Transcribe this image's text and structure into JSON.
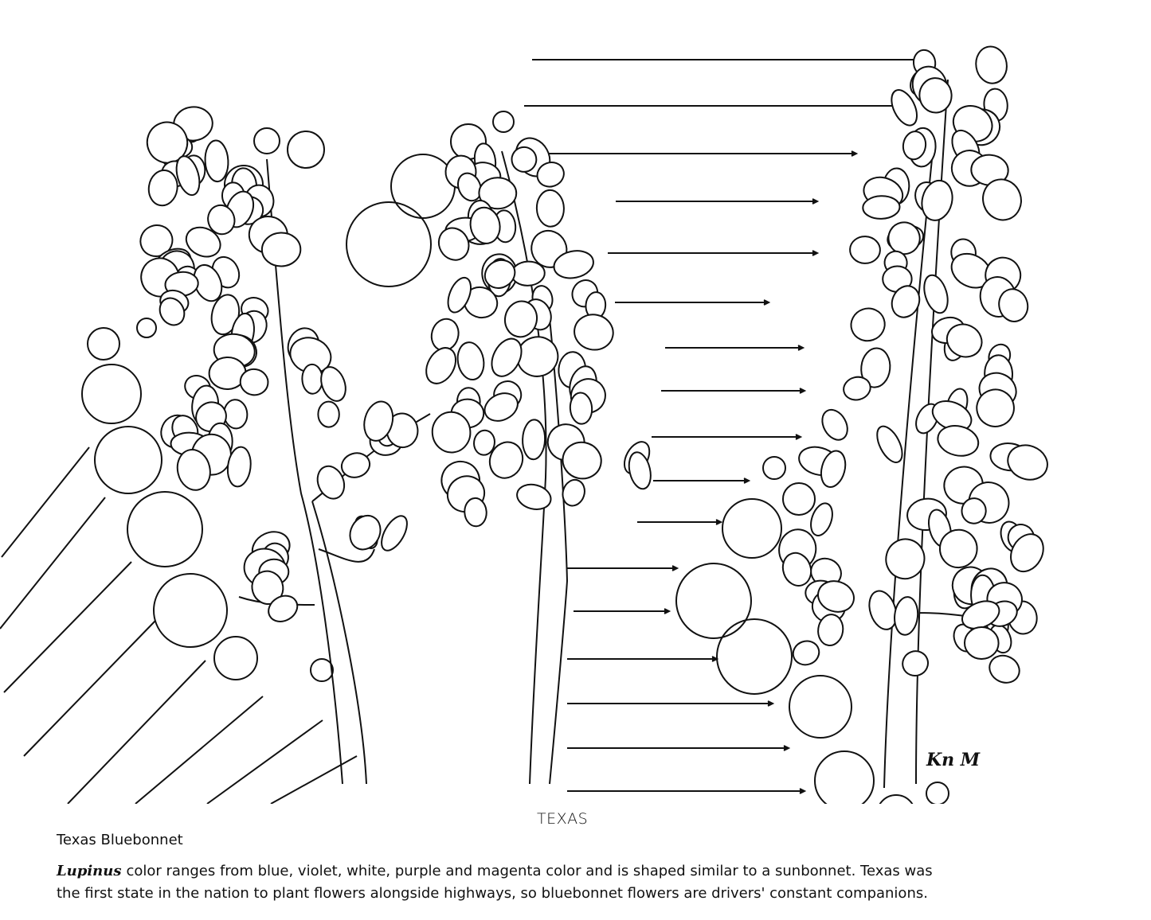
{
  "page": {
    "state_label": "TEXAS",
    "flower_title": "Texas Bluebonnet",
    "genus": "Lupinus",
    "description_line1": "color ranges from blue, violet, white, purple and magenta color and is shaped similar to a sunbonnet. Texas was",
    "description_line2": "the first state in the nation to plant flowers alongside highways, so bluebonnet flowers are drivers' constant companions.",
    "signature": "Kn M"
  },
  "colors": {
    "ink": "#111111",
    "paper": "#ffffff"
  }
}
